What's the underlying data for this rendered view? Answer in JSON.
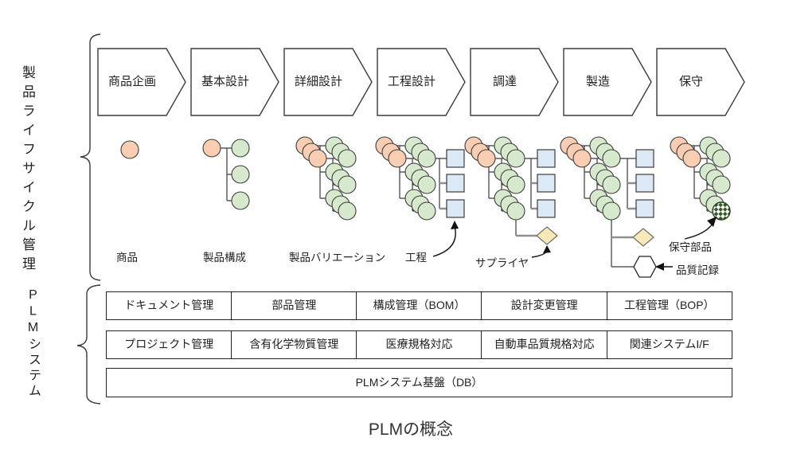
{
  "title": "PLMの概念",
  "side_labels": {
    "lifecycle": "製品ライフサイクル管理",
    "plm_system": "PLMシステム"
  },
  "stages": [
    {
      "label": "商品企画"
    },
    {
      "label": "基本設計"
    },
    {
      "label": "詳細設計"
    },
    {
      "label": "工程設計"
    },
    {
      "label": "調達"
    },
    {
      "label": "製造"
    },
    {
      "label": "保守"
    }
  ],
  "node_labels": {
    "product": "商品",
    "product_structure": "製品構成",
    "product_variation": "製品バリエーション",
    "process": "工程",
    "supplier": "サプライヤ",
    "maintenance_part": "保守部品",
    "quality_record": "品質記録"
  },
  "system_table": {
    "row1": [
      "ドキュメント管理",
      "部品管理",
      "構成管理（BOM）",
      "設計変更管理",
      "工程管理（BOP）"
    ],
    "row2": [
      "プロジェクト管理",
      "含有化学物質管理",
      "医療規格対応",
      "自動車品質規格対応",
      "関連システムI/F"
    ],
    "base": "PLMシステム基盤（DB）"
  },
  "colors": {
    "product_node": "#f8cdb2",
    "part_node": "#d6e9cd",
    "process_node": "#dbe8f6",
    "supplier_node": "#f9e9b6",
    "quality_node": "#ffffff",
    "maintenance_check": "#355a28",
    "outline": "#3c3c3c"
  }
}
